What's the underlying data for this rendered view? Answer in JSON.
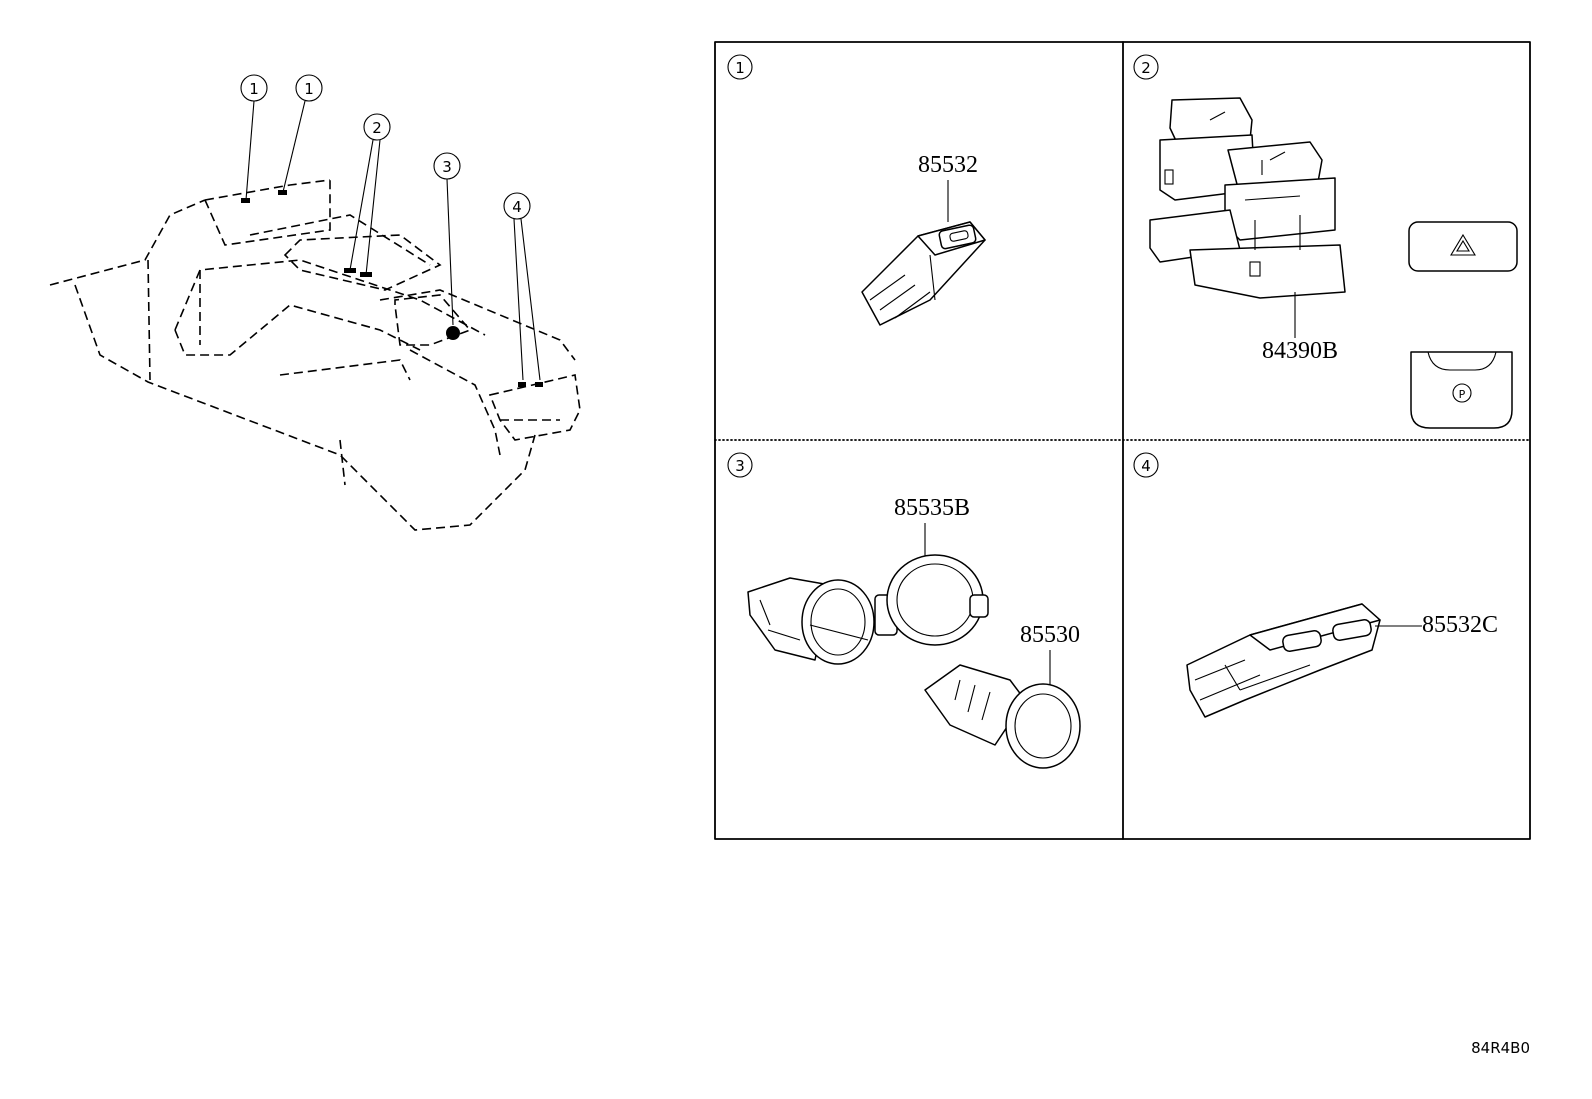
{
  "callouts": {
    "one": "1",
    "two": "2",
    "three": "3",
    "four": "4"
  },
  "panels": [
    {
      "number": "1",
      "parts": [
        "85532"
      ]
    },
    {
      "number": "2",
      "parts": [
        "84390B"
      ]
    },
    {
      "number": "3",
      "parts": [
        "85535B",
        "85530"
      ]
    },
    {
      "number": "4",
      "parts": [
        "85532C"
      ]
    }
  ],
  "diagram_code": "84R4B0"
}
